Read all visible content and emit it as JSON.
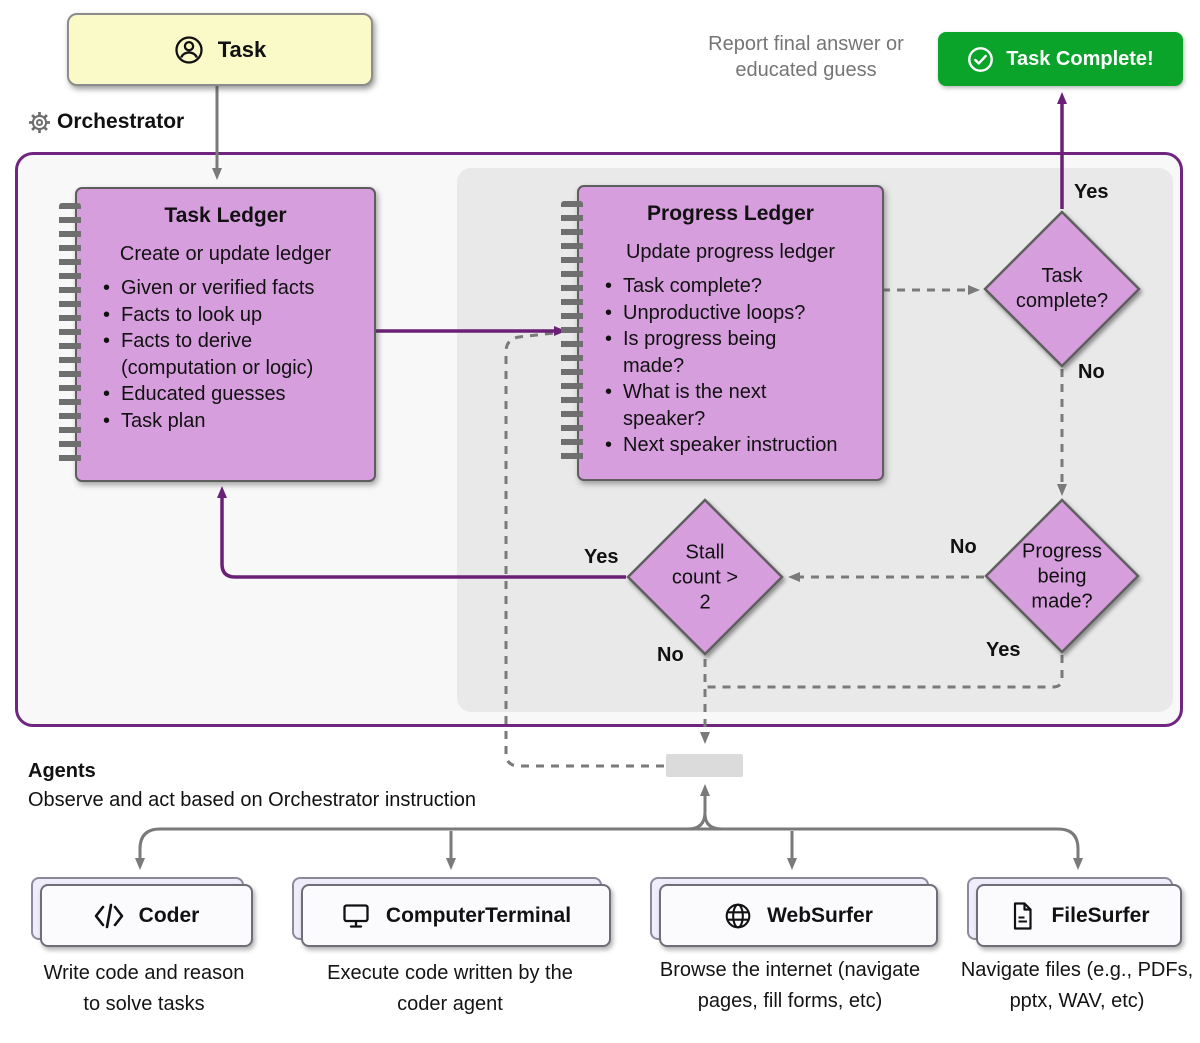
{
  "colors": {
    "accent_purple": "#6B2077",
    "orchestrator_border": "#70267F",
    "ledger_fill": "#D79EDE",
    "task_yellow": "#FAFAC8",
    "complete_green": "#0BA42A",
    "gray_line": "#7A7A7A",
    "gray_text": "#757575"
  },
  "task_box": {
    "label": "Task",
    "icon": "person-icon"
  },
  "report_note": {
    "text": "Report final answer or educated guess"
  },
  "task_complete_banner": {
    "label": "Task Complete!",
    "icon": "check-circle-icon"
  },
  "orchestrator": {
    "label": "Orchestrator",
    "icon": "gear-icon",
    "task_ledger": {
      "title": "Task Ledger",
      "subtitle": "Create or update ledger",
      "bullets": [
        "Given or verified facts",
        "Facts to look up",
        "Facts to derive (computation or logic)",
        "Educated guesses",
        "Task plan"
      ]
    },
    "progress_ledger": {
      "title": "Progress Ledger",
      "subtitle": "Update progress ledger",
      "bullets": [
        "Task complete?",
        "Unproductive loops?",
        "Is progress being made?",
        "What is the next speaker?",
        "Next speaker instruction"
      ]
    },
    "decision_task_complete": {
      "text": "Task complete?",
      "yes": "Yes",
      "no": "No"
    },
    "decision_progress": {
      "text": "Progress being made?",
      "yes": "Yes",
      "no": "No"
    },
    "decision_stall": {
      "text": "Stall count > 2",
      "yes": "Yes",
      "no": "No"
    }
  },
  "agents": {
    "title": "Agents",
    "subtitle": "Observe and act based on Orchestrator instruction",
    "items": [
      {
        "name": "Coder",
        "icon": "code-icon",
        "caption": "Write code and reason to solve tasks"
      },
      {
        "name": "ComputerTerminal",
        "icon": "terminal-monitor-icon",
        "caption": "Execute code written by the coder agent"
      },
      {
        "name": "WebSurfer",
        "icon": "globe-icon",
        "caption": "Browse the internet (navigate pages, fill forms, etc)"
      },
      {
        "name": "FileSurfer",
        "icon": "file-document-icon",
        "caption": "Navigate files (e.g., PDFs, pptx, WAV, etc)"
      }
    ]
  }
}
